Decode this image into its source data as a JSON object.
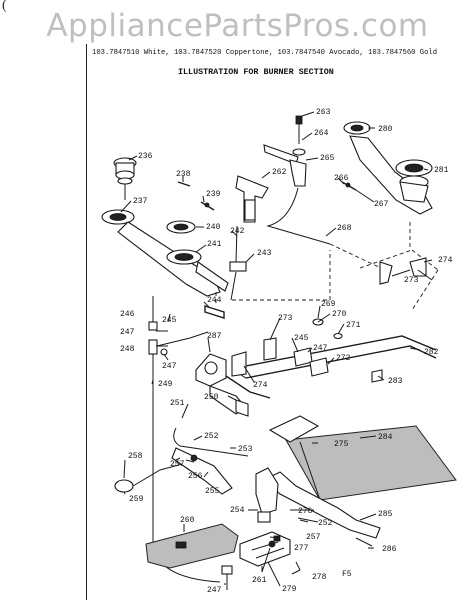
{
  "watermark": "AppliancePartsPros.com",
  "corner_mark": "(",
  "models_line": "103.7847510 White, 103.7847520 Coppertone, 103.7847540 Avocado, 103.7847560 Gold",
  "title": "ILLUSTRATION FOR BURNER SECTION",
  "page_code": "F5",
  "part_labels": [
    {
      "id": "236",
      "text": "236"
    },
    {
      "id": "237",
      "text": "237"
    },
    {
      "id": "238",
      "text": "238"
    },
    {
      "id": "239",
      "text": "239"
    },
    {
      "id": "240",
      "text": "240"
    },
    {
      "id": "241",
      "text": "241"
    },
    {
      "id": "242",
      "text": "242"
    },
    {
      "id": "243",
      "text": "243"
    },
    {
      "id": "244",
      "text": "244"
    },
    {
      "id": "245a",
      "text": "245"
    },
    {
      "id": "245b",
      "text": "245"
    },
    {
      "id": "246",
      "text": "246"
    },
    {
      "id": "247a",
      "text": "247"
    },
    {
      "id": "247b",
      "text": "247"
    },
    {
      "id": "247c",
      "text": "247"
    },
    {
      "id": "247d",
      "text": "247"
    },
    {
      "id": "248",
      "text": "248"
    },
    {
      "id": "249",
      "text": "249"
    },
    {
      "id": "250",
      "text": "250"
    },
    {
      "id": "251",
      "text": "251"
    },
    {
      "id": "252a",
      "text": "252"
    },
    {
      "id": "252b",
      "text": "252"
    },
    {
      "id": "253",
      "text": "253"
    },
    {
      "id": "254",
      "text": "254"
    },
    {
      "id": "255",
      "text": "255"
    },
    {
      "id": "256",
      "text": "256"
    },
    {
      "id": "257a",
      "text": "257"
    },
    {
      "id": "257b",
      "text": "257"
    },
    {
      "id": "258",
      "text": "258"
    },
    {
      "id": "259",
      "text": "259"
    },
    {
      "id": "260",
      "text": "260"
    },
    {
      "id": "261",
      "text": "261"
    },
    {
      "id": "262",
      "text": "262"
    },
    {
      "id": "263",
      "text": "263"
    },
    {
      "id": "264",
      "text": "264"
    },
    {
      "id": "265",
      "text": "265"
    },
    {
      "id": "266",
      "text": "266"
    },
    {
      "id": "267",
      "text": "267"
    },
    {
      "id": "268",
      "text": "268"
    },
    {
      "id": "269",
      "text": "269"
    },
    {
      "id": "270",
      "text": "270"
    },
    {
      "id": "271",
      "text": "271"
    },
    {
      "id": "272",
      "text": "272"
    },
    {
      "id": "273a",
      "text": "273"
    },
    {
      "id": "273b",
      "text": "273"
    },
    {
      "id": "274a",
      "text": "274"
    },
    {
      "id": "274b",
      "text": "274"
    },
    {
      "id": "275",
      "text": "275"
    },
    {
      "id": "276",
      "text": "276"
    },
    {
      "id": "277",
      "text": "277"
    },
    {
      "id": "278",
      "text": "278"
    },
    {
      "id": "279",
      "text": "279"
    },
    {
      "id": "280",
      "text": "280"
    },
    {
      "id": "281",
      "text": "281"
    },
    {
      "id": "282",
      "text": "282"
    },
    {
      "id": "283",
      "text": "283"
    },
    {
      "id": "284",
      "text": "284"
    },
    {
      "id": "285",
      "text": "285"
    },
    {
      "id": "286",
      "text": "286"
    },
    {
      "id": "287",
      "text": "287"
    }
  ]
}
